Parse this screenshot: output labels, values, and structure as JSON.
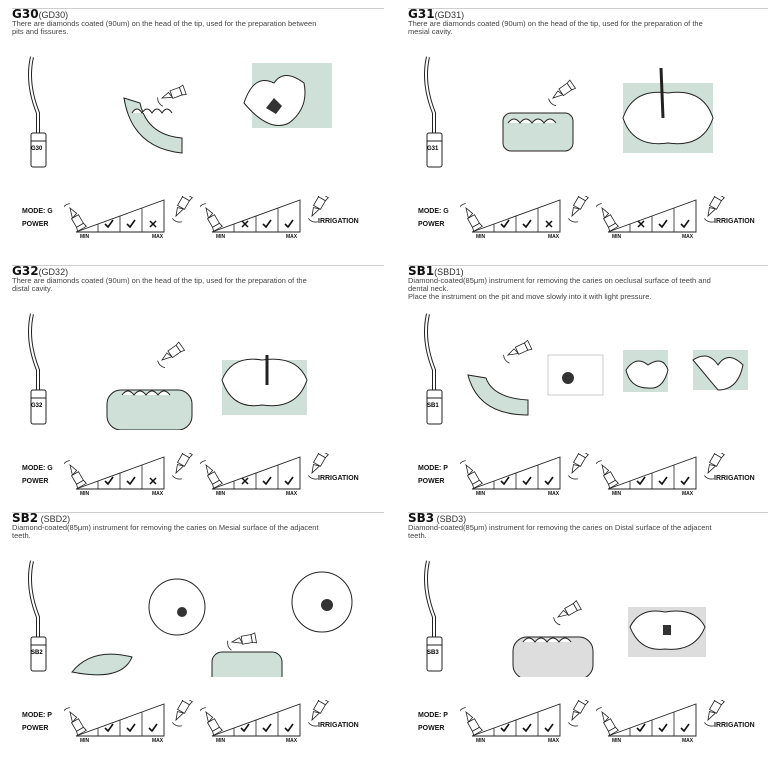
{
  "panels": [
    {
      "code": "G30",
      "sub": "(GD30)",
      "desc": [
        "There are diamonds coated (90um) on the head of the tip,  used for the preparation between",
        "pits and  fissures."
      ],
      "tip_label": "G30",
      "mode_label": "MODE: G",
      "power_label": "POWER",
      "min_label": "MIN",
      "max_label": "MAX",
      "irrigation_label": "IRRIGATION",
      "power_levels": [
        "check",
        "check",
        "x"
      ],
      "irrigation_levels": [
        "x",
        "check",
        "check"
      ]
    },
    {
      "code": "G31",
      "sub": "(GD31)",
      "desc": [
        "There are diamonds coated (90um) on the head of the tip, used for the preparation of the",
        "mesial cavity."
      ],
      "tip_label": "G31",
      "mode_label": "MODE: G",
      "power_label": "POWER",
      "min_label": "MIN",
      "max_label": "MAX",
      "irrigation_label": "IRRIGATION",
      "power_levels": [
        "check",
        "check",
        "x"
      ],
      "irrigation_levels": [
        "x",
        "check",
        "check"
      ]
    },
    {
      "code": "G32",
      "sub": "(GD32)",
      "desc": [
        "There are diamonds coated (90um) on the head of the tip,  used for the preparation of the",
        "distal cavity."
      ],
      "tip_label": "G32",
      "mode_label": "MODE: G",
      "power_label": "POWER",
      "min_label": "MIN",
      "max_label": "MAX",
      "irrigation_label": "IRRIGATION",
      "power_levels": [
        "check",
        "check",
        "x"
      ],
      "irrigation_levels": [
        "x",
        "check",
        "check"
      ]
    },
    {
      "code": "SB1",
      "sub": "(SBD1)",
      "desc": [
        "Diamond-coated(85μm) instrument for removing the caries on oeclusal surface of teeth and",
        "dental neck.",
        "Place the instrument on the pit and move slowly into it with light pressure."
      ],
      "tip_label": "SB1",
      "mode_label": "MODE: P",
      "power_label": "POWER",
      "min_label": "MIN",
      "max_label": "MAX",
      "irrigation_label": "IRRIGATION",
      "power_levels": [
        "check",
        "check",
        "check"
      ],
      "irrigation_levels": [
        "check",
        "check",
        "check"
      ]
    },
    {
      "code": "SB2",
      "sub": " (SBD2)",
      "desc": [
        "Diamond-coated(85μm) instrument for removing the caries on Mesial surface of the adjacent",
        "teeth."
      ],
      "tip_label": "SB2",
      "mode_label": "MODE: P",
      "power_label": "POWER",
      "min_label": "MIN",
      "max_label": "MAX",
      "irrigation_label": "IRRIGATION",
      "power_levels": [
        "check",
        "check",
        "check"
      ],
      "irrigation_levels": [
        "check",
        "check",
        "check"
      ]
    },
    {
      "code": "SB3",
      "sub": " (SBD3)",
      "desc": [
        "Diamond-coated(85μm) instrument for removing the caries on Distal surface of the adjacent",
        "teeth."
      ],
      "tip_label": "SB3",
      "mode_label": "MODE: P",
      "power_label": "POWER",
      "min_label": "MIN",
      "max_label": "MAX",
      "irrigation_label": "IRRIGATION",
      "power_levels": [
        "check",
        "check",
        "check"
      ],
      "irrigation_levels": [
        "check",
        "check",
        "check"
      ]
    }
  ],
  "colors": {
    "gum": "#cfe0d8",
    "line": "#222222",
    "rule": "#cfcfcf"
  }
}
